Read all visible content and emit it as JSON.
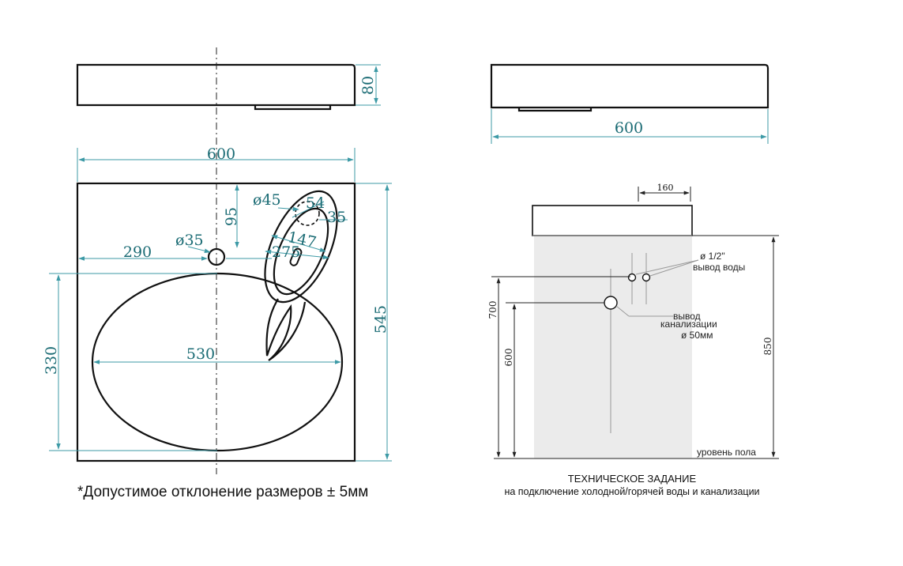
{
  "colors": {
    "outline": "#111111",
    "dimension": "#1a6b74",
    "dimension_line": "#3d9aa6",
    "install_zone": "#ebebeb",
    "leader": "#9a9a9a"
  },
  "top_view": {
    "width": "600",
    "depth": "545",
    "height": "80",
    "overflow_offset": "290",
    "overflow_diameter": "ø35",
    "tap_hole_diameter": "ø45",
    "tap_offset_vertical": "95",
    "dim_54": "54",
    "dim_35": "35",
    "dim_147": "147",
    "dim_275": "275",
    "bowl_width": "530",
    "bowl_depth": "330"
  },
  "side_view": {
    "width": "600"
  },
  "technical_spec": {
    "title": "ТЕХНИЧЕСКОЕ ЗАДАНИЕ",
    "subtitle": "на подключение холодной/горячей воды и канализации",
    "offset_160": "160",
    "water_outlet_line1": "ø 1/2\"",
    "water_outlet_line2": "вывод воды",
    "drain_line1": "вывод",
    "drain_line2": "канализации",
    "drain_line3": "ø 50мм",
    "height_700": "700",
    "height_600": "600",
    "height_850": "850",
    "floor_label": "уровень пола"
  },
  "tolerance_note": "*Допустимое отклонение размеров ± 5мм"
}
